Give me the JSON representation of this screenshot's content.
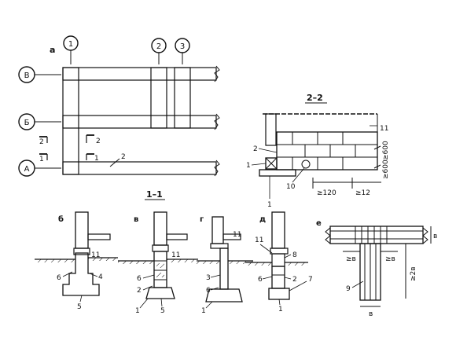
{
  "plan": {
    "label": "а",
    "axes_numeric": [
      "1",
      "2",
      "3"
    ],
    "axes_letter": [
      "В",
      "Б",
      "А"
    ],
    "marks": {
      "left_top": "2",
      "left_bottom": "1",
      "mid_top": "2",
      "mid_bottom": "1",
      "callout": "2"
    }
  },
  "section22": {
    "title": "2–2",
    "callouts": [
      "11",
      "2",
      "1",
      "10",
      "1"
    ],
    "dims": [
      "≥120",
      "≥12",
      "≥600",
      "≥600"
    ]
  },
  "section11": {
    "title": "1–1"
  },
  "details": [
    {
      "label": "б",
      "callouts": [
        "11",
        "6",
        "4",
        "5"
      ]
    },
    {
      "label": "в",
      "callouts": [
        "11",
        "6",
        "2",
        "1",
        "5"
      ]
    },
    {
      "label": "г",
      "callouts": [
        "11",
        "3",
        "6",
        "1"
      ]
    },
    {
      "label": "д",
      "callouts": [
        "11",
        "8",
        "6",
        "2",
        "7",
        "1"
      ]
    },
    {
      "label": "е",
      "callouts": [
        "в",
        "≥в",
        "≥в",
        "≥2в",
        "9",
        "в"
      ]
    }
  ]
}
